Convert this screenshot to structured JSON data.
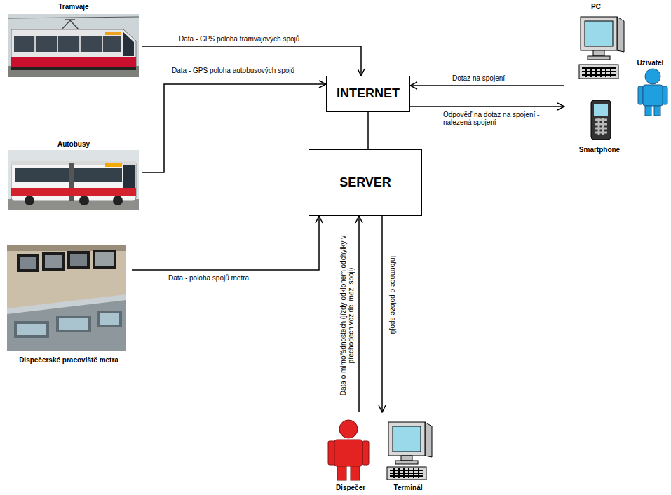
{
  "diagram": {
    "nodes": [
      {
        "text": [
          "Tramvaje"
        ]
      },
      {
        "text": [
          "Autobusy"
        ]
      },
      {
        "text": [
          "Dispečerské pracoviště metra"
        ]
      },
      {
        "text": [
          "INTERNET"
        ]
      },
      {
        "text": [
          "SERVER"
        ]
      },
      {
        "text": [
          "PC"
        ]
      },
      {
        "text": [
          "Uživatel"
        ]
      },
      {
        "text": [
          "Smartphone"
        ]
      },
      {
        "text": [
          "Dispečer"
        ]
      },
      {
        "text": [
          "Terminál"
        ]
      }
    ],
    "edges": [
      {
        "from": 0,
        "to": 3,
        "arrow": "to",
        "label": "Data - GPS poloha tramvajových spojů"
      },
      {
        "from": 1,
        "to": 3,
        "arrow": "to",
        "label": "Data - GPS poloha autobusových spojů"
      },
      {
        "from": 2,
        "to": 4,
        "arrow": "to",
        "label": "Data - poloha spojů metra"
      },
      {
        "from": 3,
        "to": 4,
        "arrow": "none"
      },
      {
        "from": 5,
        "to": 3,
        "arrow": "to",
        "label": "Dotaz na spojení"
      },
      {
        "from": 3,
        "to": 7,
        "arrow": "to",
        "label": "Odpověď na dotaz na spojení - nalezená spojení"
      },
      {
        "from": 8,
        "to": 4,
        "arrow": "to",
        "label": "Data o mimořádnostech (jízdy odklonem odchylky v přechodech vozidel mezi spoji)"
      },
      {
        "from": 4,
        "to": 9,
        "arrow": "to",
        "label": "Informace o poloze spojů"
      }
    ]
  }
}
